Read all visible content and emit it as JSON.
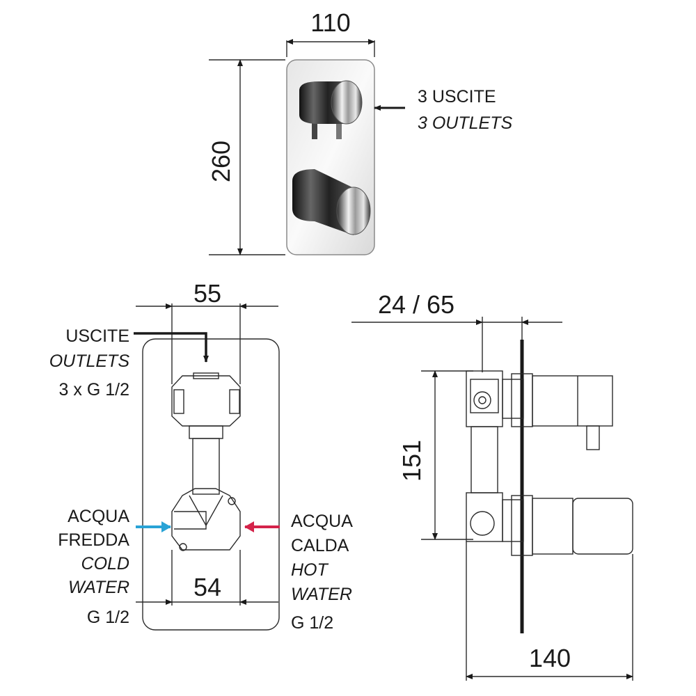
{
  "front_view": {
    "width_dim": "110",
    "height_dim": "260",
    "outlets_label_it": "3 USCITE",
    "outlets_label_en": "3 OUTLETS"
  },
  "body_view": {
    "top_dim": "55",
    "bottom_dim": "54",
    "outlets_it": "USCITE",
    "outlets_en": "OUTLETS",
    "outlets_thread": "3 x G 1/2",
    "cold_it_1": "ACQUA",
    "cold_it_2": "FREDDA",
    "cold_en_1": "COLD",
    "cold_en_2": "WATER",
    "cold_thread": "G 1/2",
    "hot_it_1": "ACQUA",
    "hot_it_2": "CALDA",
    "hot_en_1": "HOT",
    "hot_en_2": "WATER",
    "hot_thread": "G 1/2",
    "cold_arrow_color": "#29a3d6",
    "hot_arrow_color": "#d4234a"
  },
  "side_view": {
    "depth_dim": "24 / 65",
    "height_dim": "151",
    "length_dim": "140"
  }
}
